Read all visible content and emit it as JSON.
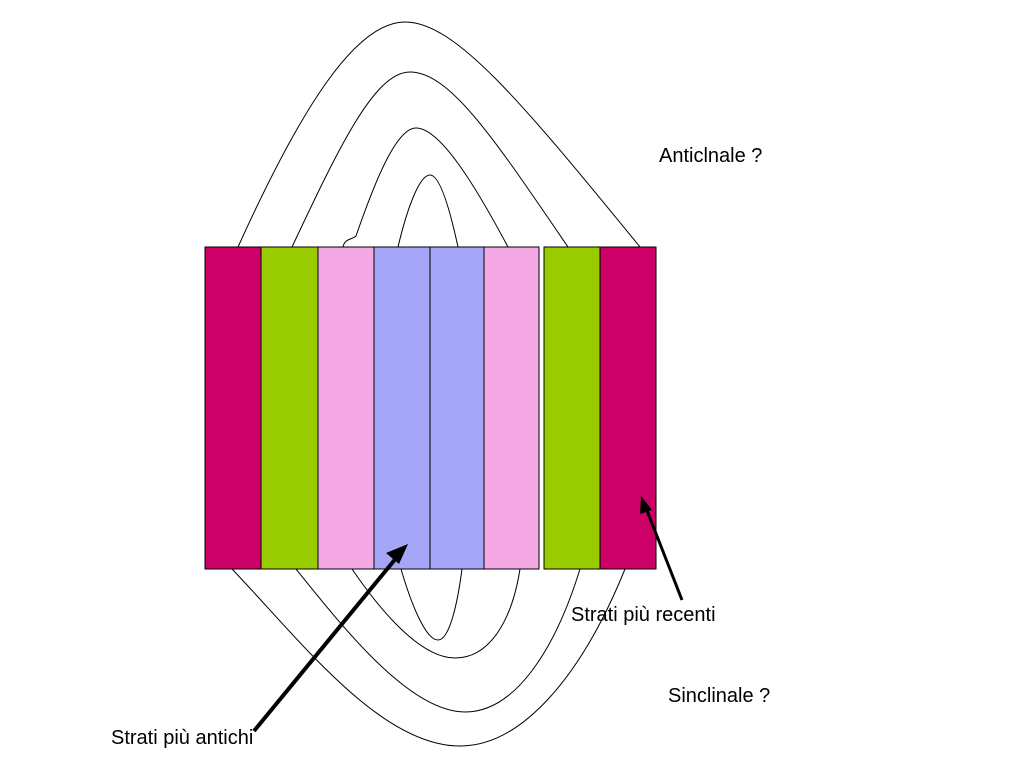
{
  "labels": {
    "anticline": "Anticlnale ?",
    "syncline": "Sinclinale ?",
    "recent_layers": "Strati più recenti",
    "ancient_layers": "Strati più antichi"
  },
  "colors": {
    "magenta": "#cc0066",
    "green": "#99cc00",
    "pink": "#f4a8e4",
    "lavender": "#a6a6f8",
    "outline": "#000000"
  },
  "strata": [
    {
      "name": "stratum-1",
      "color": "#cc0066"
    },
    {
      "name": "stratum-2",
      "color": "#99cc00"
    },
    {
      "name": "stratum-3",
      "color": "#f4a8e4"
    },
    {
      "name": "stratum-4",
      "color": "#a6a6f8"
    },
    {
      "name": "stratum-5",
      "color": "#a6a6f8"
    },
    {
      "name": "stratum-6",
      "color": "#f4a8e4"
    },
    {
      "name": "stratum-7",
      "color": "#99cc00"
    },
    {
      "name": "stratum-8",
      "color": "#cc0066"
    }
  ]
}
